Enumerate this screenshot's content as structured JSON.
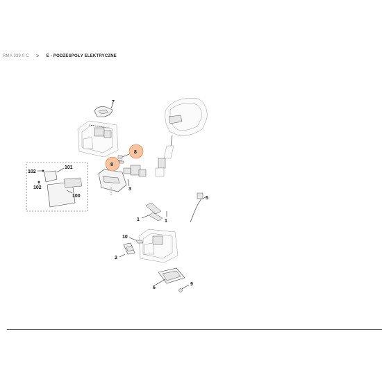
{
  "breadcrumb": {
    "model": "RMA 339.0 C",
    "separator": ">",
    "section_code": "E",
    "section_title": " - PODZESPOŁY ELEKTRYCZNE"
  },
  "callouts": {
    "p1": "1",
    "p2": "2",
    "p3": "3",
    "p5": "5",
    "p6": "6",
    "p7": "7",
    "p8a": "8",
    "p8b": "8",
    "p9": "9",
    "p10": "10",
    "p100": "100",
    "p101": "101",
    "p102a": "102",
    "p102b": "102"
  },
  "colors": {
    "highlight_fill": "#f6c3a3",
    "highlight_stroke": "#e8915c"
  }
}
